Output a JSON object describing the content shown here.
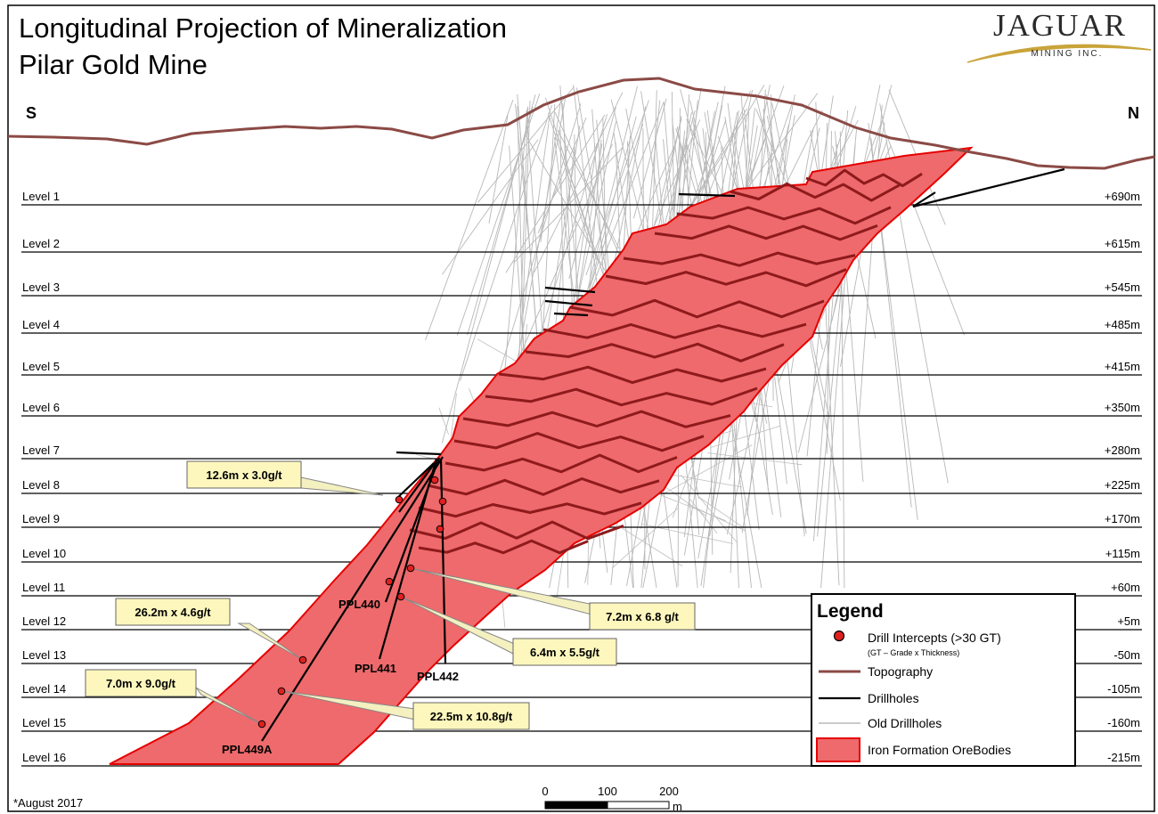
{
  "title": {
    "line1": "Longitudinal Projection of Mineralization",
    "line2": "Pilar Gold Mine"
  },
  "logo": {
    "name": "JAGUAR",
    "sub": "MINING INC."
  },
  "directions": {
    "south": "S",
    "north": "N"
  },
  "levels": [
    {
      "label": "Level 1",
      "elev": "+690m"
    },
    {
      "label": "Level 2",
      "elev": "+615m"
    },
    {
      "label": "Level 3",
      "elev": "+545m"
    },
    {
      "label": "Level 4",
      "elev": "+485m"
    },
    {
      "label": "Level 5",
      "elev": "+415m"
    },
    {
      "label": "Level 6",
      "elev": "+350m"
    },
    {
      "label": "Level 7",
      "elev": "+280m"
    },
    {
      "label": "Level 8",
      "elev": "+225m"
    },
    {
      "label": "Level 9",
      "elev": "+170m"
    },
    {
      "label": "Level 10",
      "elev": "+115m"
    },
    {
      "label": "Level 11",
      "elev": "+60m"
    },
    {
      "label": "Level 12",
      "elev": "+5m"
    },
    {
      "label": "Level 13",
      "elev": "-50m"
    },
    {
      "label": "Level 14",
      "elev": "-105m"
    },
    {
      "label": "Level 15",
      "elev": "-160m"
    },
    {
      "label": "Level 16",
      "elev": "-215m"
    }
  ],
  "drillholes": [
    "PPL440",
    "PPL441",
    "PPL442",
    "PPL449A"
  ],
  "intercepts": [
    "12.6m x 3.0g/t",
    "26.2m x 4.6g/t",
    "7.0m x 9.0g/t",
    "7.2m x 6.8 g/t",
    "6.4m x 5.5g/t",
    "22.5m x 10.8g/t"
  ],
  "legend": {
    "heading": "Legend",
    "items": [
      {
        "label": "Drill Intercepts (>30 GT)",
        "sub": "(GT – Grade x Thickness)"
      },
      {
        "label": "Topography"
      },
      {
        "label": "Drillholes"
      },
      {
        "label": "Old Drillholes"
      },
      {
        "label": "Iron Formation OreBodies"
      }
    ]
  },
  "scale": {
    "ticks": [
      "0",
      "100",
      "200"
    ],
    "unit": "m"
  },
  "footnote": "*August 2017",
  "colors": {
    "ore_fill": "#ee6a6c",
    "ore_edge": "#e60000",
    "topography": "#8b4a45",
    "old_drill": "#b8b8b8",
    "ore_vein": "#8e1a1c",
    "callout_fill": "#fdf7bd",
    "intercept": "#e02020"
  }
}
